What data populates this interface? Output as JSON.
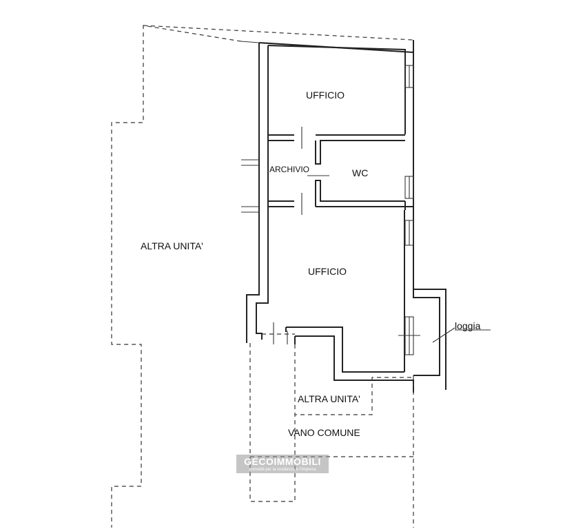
{
  "rooms": {
    "ufficio_top": "UFFICIO",
    "archivio": "ARCHIVIO",
    "wc": "WC",
    "ufficio_bottom": "UFFICIO",
    "altra_unita_left": "ALTRA UNITA'",
    "altra_unita_bottom": "ALTRA UNITA'",
    "vano_comune": "VANO COMUNE",
    "loggia": "loggia"
  },
  "watermark": {
    "title": "GECOIMMOBILI",
    "subtitle": "Immobili per la residenza e l'impresa"
  }
}
